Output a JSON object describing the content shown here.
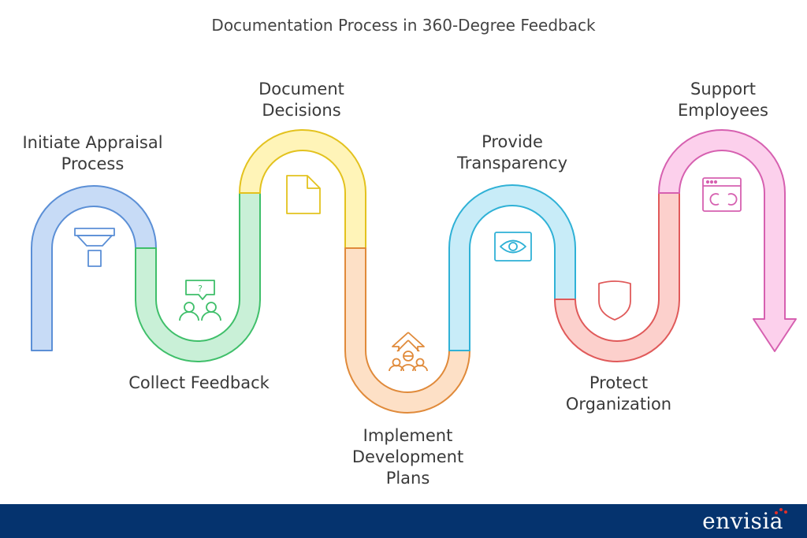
{
  "title": "Documentation Process in 360-Degree Feedback",
  "steps": [
    {
      "label": "Initiate Appraisal\nProcess",
      "icon": "funnel-icon",
      "color": "#5b8fd6"
    },
    {
      "label": "Collect Feedback",
      "icon": "people-question-icon",
      "color": "#3fbf6a"
    },
    {
      "label": "Document\nDecisions",
      "icon": "document-icon",
      "color": "#e3c21e"
    },
    {
      "label": "Implement\nDevelopment\nPlans",
      "icon": "growth-arrow-icon",
      "color": "#e08a3a"
    },
    {
      "label": "Provide\nTransparency",
      "icon": "eye-icon",
      "color": "#2fb1d6"
    },
    {
      "label": "Protect\nOrganization",
      "icon": "shield-icon",
      "color": "#e05a5a"
    },
    {
      "label": "Support\nEmployees",
      "icon": "browser-window-icon",
      "color": "#d660b0"
    }
  ],
  "brand": "envisia"
}
